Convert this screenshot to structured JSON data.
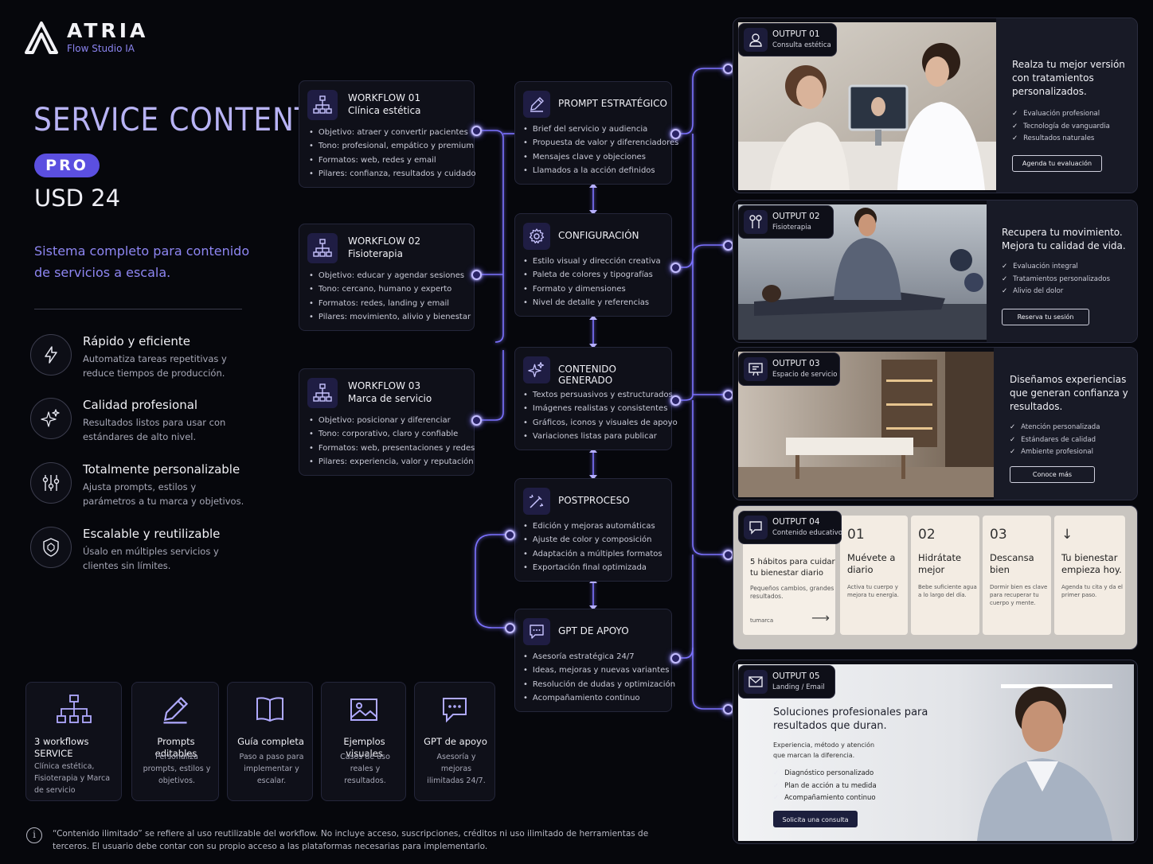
{
  "brand": {
    "name": "ATRIA",
    "subtitle": "Flow Studio IA"
  },
  "hero": {
    "title": "SERVICE CONTENT",
    "badge": "PRO",
    "price": "USD 24",
    "tagline": "Sistema completo para contenido de servicios a escala."
  },
  "features": [
    {
      "icon": "lightning-icon",
      "title": "Rápido y eficiente",
      "desc": "Automatiza tareas repetitivas y reduce tiempos de producción."
    },
    {
      "icon": "sparkles-icon",
      "title": "Calidad profesional",
      "desc": "Resultados listos para usar con estándares de alto nivel."
    },
    {
      "icon": "sliders-icon",
      "title": "Totalmente personalizable",
      "desc": "Ajusta prompts, estilos y parámetros a tu marca y objetivos."
    },
    {
      "icon": "shield-icon",
      "title": "Escalable y reutilizable",
      "desc": "Úsalo en múltiples servicios y clientes sin límites."
    }
  ],
  "workflows": [
    {
      "label": "WORKFLOW 01",
      "name": "Clínica estética",
      "items": [
        "Objetivo: atraer y convertir pacientes",
        "Tono: profesional, empático y premium",
        "Formatos: web, redes y email",
        "Pilares: confianza, resultados y cuidado"
      ]
    },
    {
      "label": "WORKFLOW 02",
      "name": "Fisioterapia",
      "items": [
        "Objetivo: educar y agendar sesiones",
        "Tono: cercano, humano y experto",
        "Formatos: redes, landing y email",
        "Pilares: movimiento, alivio y bienestar"
      ]
    },
    {
      "label": "WORKFLOW 03",
      "name": "Marca de servicio",
      "items": [
        "Objetivo: posicionar y diferenciar",
        "Tono: corporativo, claro y confiable",
        "Formatos: web, presentaciones y redes",
        "Pilares: experiencia, valor y reputación"
      ]
    }
  ],
  "steps": [
    {
      "icon": "pencil-icon",
      "title": "PROMPT ESTRATÉGICO",
      "items": [
        "Brief del servicio y audiencia",
        "Propuesta de valor y diferenciadores",
        "Mensajes clave y objeciones",
        "Llamados a la acción definidos"
      ]
    },
    {
      "icon": "gear-icon",
      "title": "CONFIGURACIÓN",
      "items": [
        "Estilo visual y dirección creativa",
        "Paleta de colores y tipografías",
        "Formato y dimensiones",
        "Nivel de detalle y referencias"
      ]
    },
    {
      "icon": "sparkles-icon",
      "title": "CONTENIDO GENERADO",
      "items": [
        "Textos persuasivos y estructurados",
        "Imágenes realistas y consistentes",
        "Gráficos, iconos y visuales de apoyo",
        "Variaciones listas para publicar"
      ]
    },
    {
      "icon": "magic-wand-icon",
      "title": "POSTPROCESO",
      "items": [
        "Edición y mejoras automáticas",
        "Ajuste de color y composición",
        "Adaptación a múltiples formatos",
        "Exportación final optimizada"
      ]
    },
    {
      "icon": "chat-icon",
      "title": "GPT DE APOYO",
      "items": [
        "Asesoría estratégica 24/7",
        "Ideas, mejoras y nuevas variantes",
        "Resolución de dudas y optimización",
        "Acompañamiento continuo"
      ]
    }
  ],
  "outputs": [
    {
      "label": "OUTPUT 01",
      "sub": "Consulta estética",
      "headline": "Realza tu mejor versión con tratamientos personalizados.",
      "checks": [
        "Evaluación profesional",
        "Tecnología de vanguardia",
        "Resultados naturales"
      ],
      "cta": "Agenda tu evaluación"
    },
    {
      "label": "OUTPUT 02",
      "sub": "Fisioterapia",
      "headline": "Recupera tu movimiento. Mejora tu calidad de vida.",
      "checks": [
        "Evaluación integral",
        "Tratamientos personalizados",
        "Alivio del dolor"
      ],
      "cta": "Reserva tu sesión"
    },
    {
      "label": "OUTPUT 03",
      "sub": "Espacio de servicio",
      "headline": "Diseñamos experiencias que generan confianza y resultados.",
      "checks": [
        "Atención personalizada",
        "Estándares de calidad",
        "Ambiente profesional"
      ],
      "cta": "Conoce más"
    },
    {
      "label": "OUTPUT 04",
      "sub": "Contenido educativo",
      "intro": {
        "title": "5 hábitos para cuidar tu bienestar diario",
        "desc": "Pequeños cambios, grandes resultados.",
        "brand": "tumarca"
      },
      "cards": [
        {
          "num": "01",
          "title": "Muévete a diario",
          "desc": "Activa tu cuerpo y mejora tu energía."
        },
        {
          "num": "02",
          "title": "Hidrátate mejor",
          "desc": "Bebe suficiente agua a lo largo del día."
        },
        {
          "num": "03",
          "title": "Descansa bien",
          "desc": "Dormir bien es clave para recuperar tu cuerpo y mente."
        },
        {
          "num": "↓",
          "title": "Tu bienestar empieza hoy.",
          "desc": "Agenda tu cita y da el primer paso."
        }
      ]
    },
    {
      "label": "OUTPUT 05",
      "sub": "Landing / Email",
      "headline": "Soluciones profesionales para resultados que duran.",
      "desc": "Experiencia, método y atención que marcan la diferencia.",
      "checks": [
        "Diagnóstico personalizado",
        "Plan de acción a tu medida",
        "Acompañamiento continuo"
      ],
      "cta": "Solicita una consulta"
    }
  ],
  "includes": [
    {
      "icon": "workflow-icon",
      "title": "3 workflows SERVICE",
      "desc": "Clínica estética, Fisioterapia y Marca de servicio"
    },
    {
      "icon": "pencil-icon",
      "title": "Prompts editables",
      "desc": "Personaliza prompts, estilos y objetivos."
    },
    {
      "icon": "book-icon",
      "title": "Guía completa",
      "desc": "Paso a paso para implementar y escalar."
    },
    {
      "icon": "image-icon",
      "title": "Ejemplos visuales",
      "desc": "Casos de uso reales y resultados."
    },
    {
      "icon": "chat-icon",
      "title": "GPT de apoyo",
      "desc": "Asesoría y mejoras ilimitadas 24/7."
    }
  ],
  "disclaimer": "“Contenido ilimitado” se refiere al uso reutilizable del workflow. No incluye acceso, suscripciones, créditos ni uso ilimitado de herramientas de terceros. El usuario debe contar con su propio acceso a las plataformas necesarias para implementarlo.",
  "colors": {
    "accent": "#5b4fe0",
    "accent_light": "#8e86f2",
    "line": "#6f67ff",
    "bg": "#06070c"
  }
}
